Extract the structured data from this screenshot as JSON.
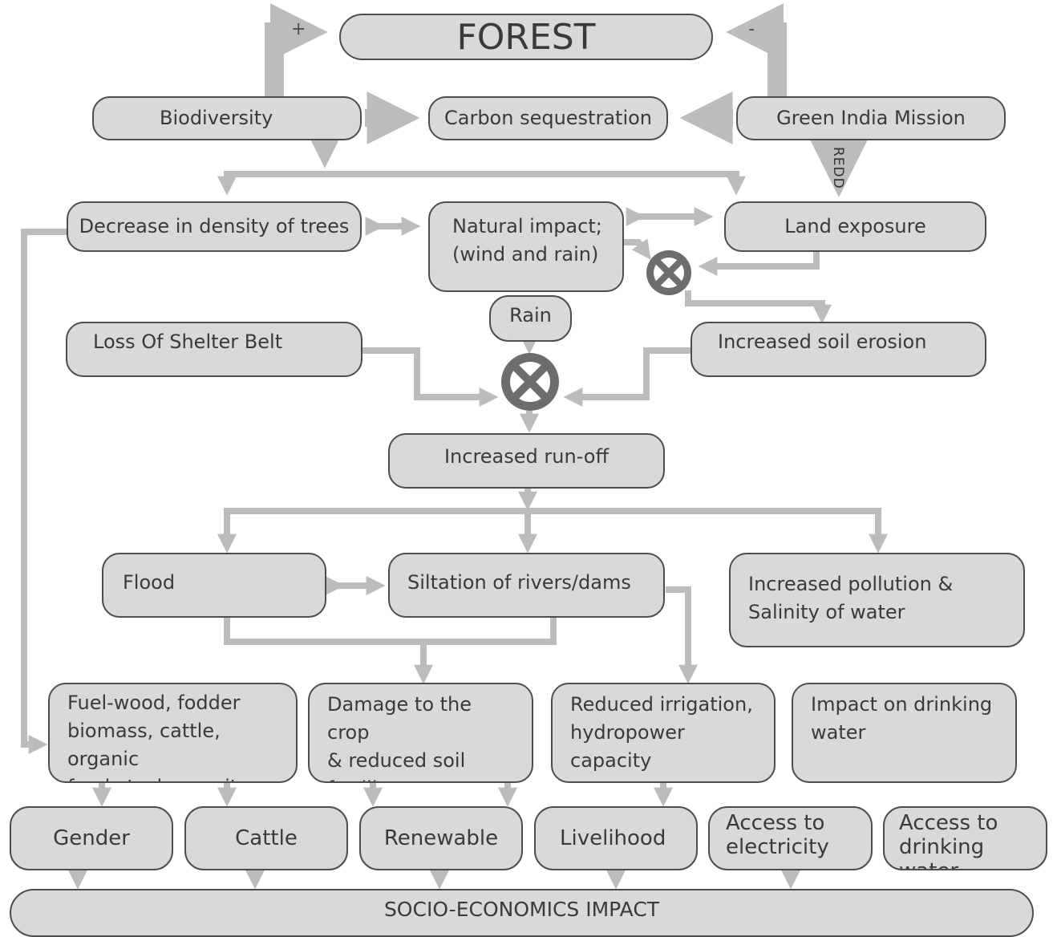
{
  "nodes": {
    "forest": "FOREST",
    "biodiversity": "Biodiversity",
    "carbon": "Carbon sequestration",
    "green_india": "Green India Mission",
    "decrease_density": "Decrease in density of trees",
    "natural_impact": "Natural impact;\n(wind and rain)",
    "land_exposure": "Land exposure",
    "rain": "Rain",
    "loss_shelter": "Loss Of Shelter Belt",
    "soil_erosion": "Increased soil erosion",
    "runoff": "Increased run-off",
    "flood": "Flood",
    "siltation": "Siltation of rivers/dams",
    "pollution": "Increased pollution &\nSalinity of water",
    "fuelwood": "Fuel-wood, fodder\nbiomass, cattle, organic\nfeed-stock scarcity",
    "crop_damage": "Damage to the crop\n& reduced soil\nfertility",
    "irrigation": "Reduced irrigation,\nhydropower\ncapacity",
    "drinking_impact": "Impact on drinking\nwater",
    "gender": "Gender",
    "cattle": "Cattle",
    "renewable": "Renewable",
    "livelihood": "Livelihood",
    "electricity": "Access to\nelectricity",
    "drinking_access": "Access to\ndrinking water",
    "socio": "SOCIO-ECONOMICS IMPACT"
  },
  "labels": {
    "plus": "+",
    "minus": "-",
    "redd": "REDD"
  },
  "colors": {
    "node_fill": "#d9d9d9",
    "node_border": "#4d4d4d",
    "connector": "#bcbcbc",
    "cross_circle": "#6d6d6d"
  }
}
